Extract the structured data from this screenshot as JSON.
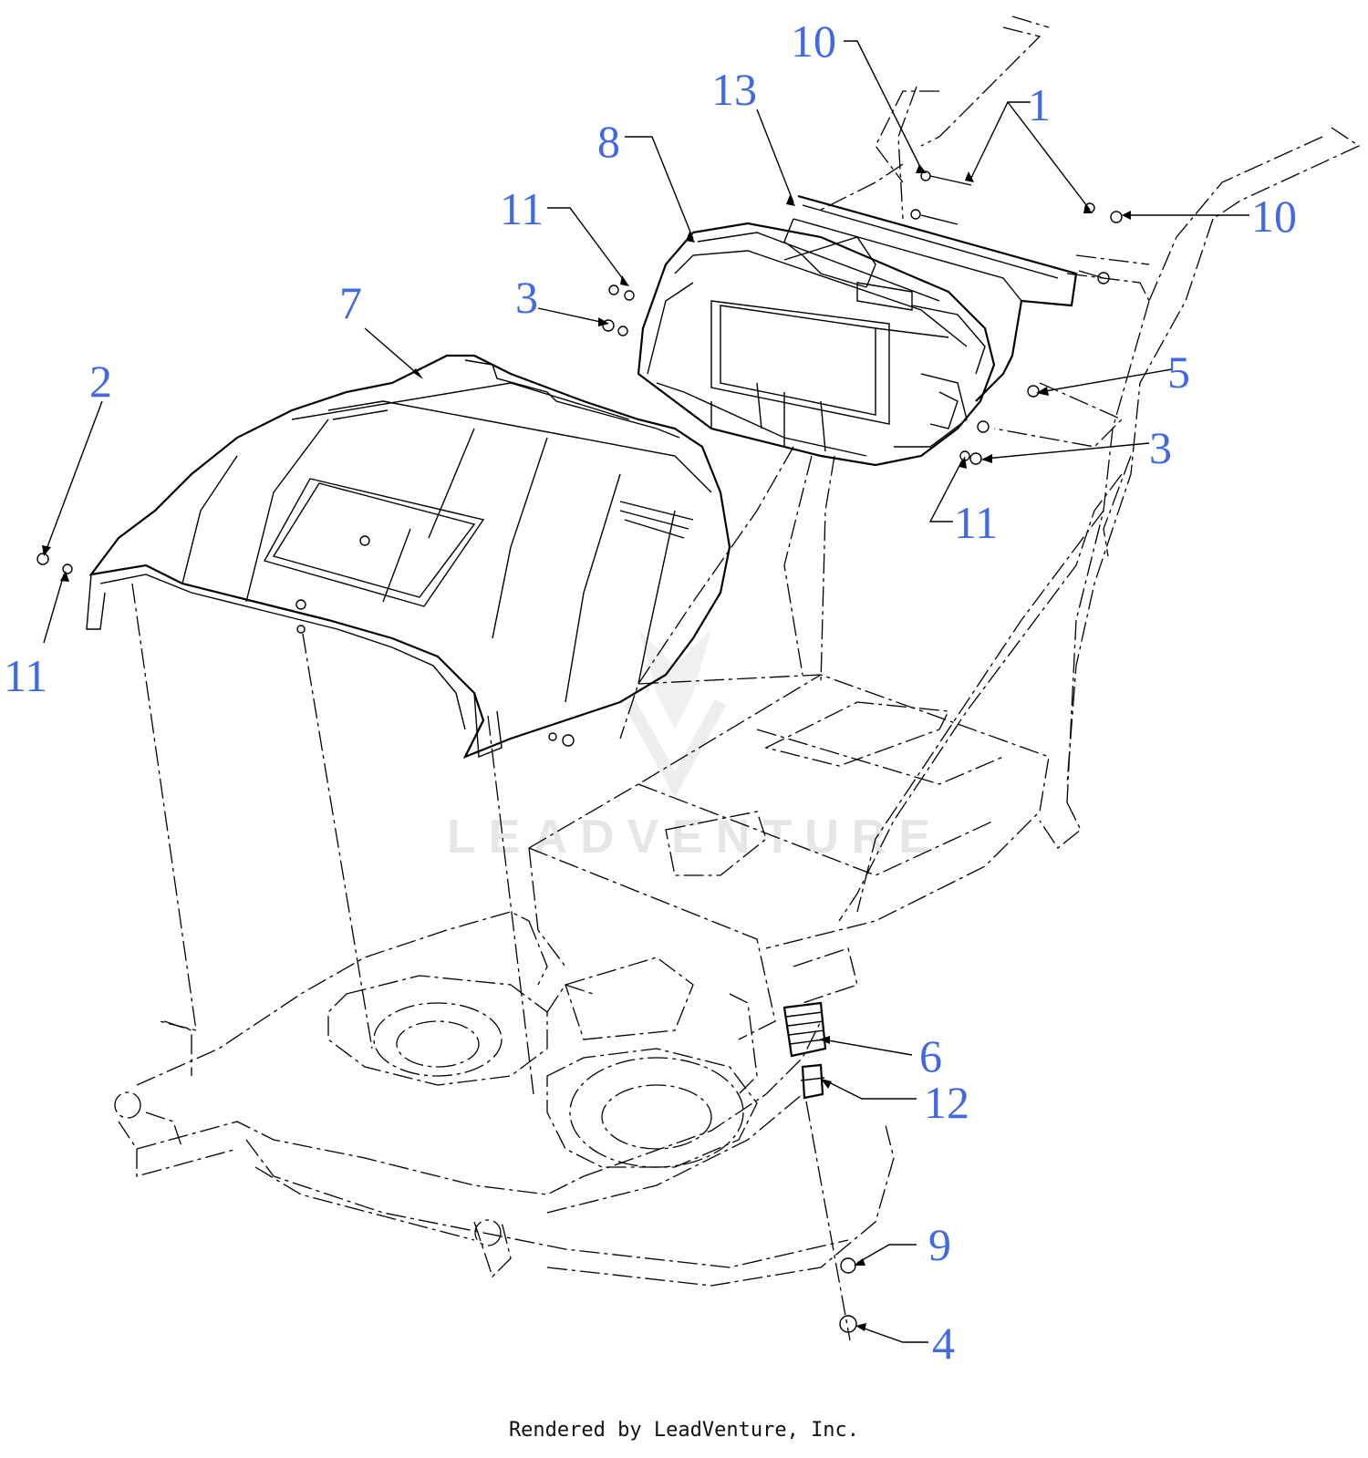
{
  "diagram": {
    "watermark": "LEADVENTURE",
    "footer": "Rendered by LeadVenture, Inc.",
    "callouts": [
      {
        "id": "c1",
        "label": "1"
      },
      {
        "id": "c2",
        "label": "2"
      },
      {
        "id": "c3a",
        "label": "3"
      },
      {
        "id": "c3b",
        "label": "3"
      },
      {
        "id": "c4",
        "label": "4"
      },
      {
        "id": "c5",
        "label": "5"
      },
      {
        "id": "c6",
        "label": "6"
      },
      {
        "id": "c7",
        "label": "7"
      },
      {
        "id": "c8",
        "label": "8"
      },
      {
        "id": "c9",
        "label": "9"
      },
      {
        "id": "c10a",
        "label": "10"
      },
      {
        "id": "c10b",
        "label": "10"
      },
      {
        "id": "c11a",
        "label": "11"
      },
      {
        "id": "c11b",
        "label": "11"
      },
      {
        "id": "c11c",
        "label": "11"
      },
      {
        "id": "c12",
        "label": "12"
      },
      {
        "id": "c13",
        "label": "13"
      }
    ],
    "colors": {
      "callout": "#4169e1",
      "linework": "#000000",
      "watermark": "#e6e6e6"
    }
  }
}
